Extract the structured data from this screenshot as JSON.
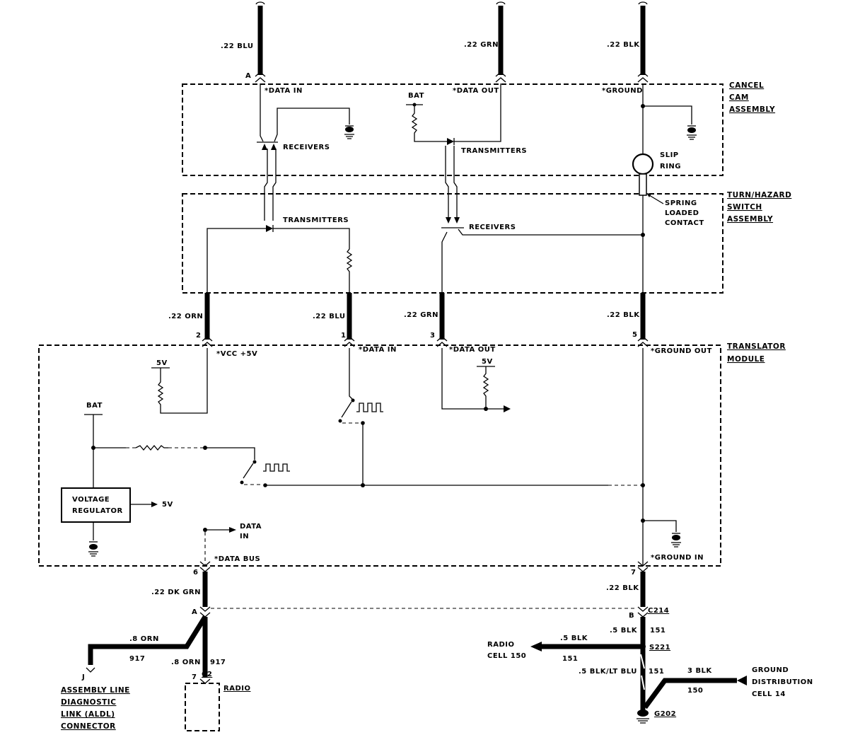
{
  "wires_top": {
    "blu": ".22 BLU",
    "grn": ".22 GRN",
    "blk": ".22 BLK",
    "pin_a": "A"
  },
  "cancel_cam": {
    "title_line1": "CANCEL",
    "title_line2": "CAM",
    "title_line3": "ASSEMBLY",
    "data_in": "*DATA IN",
    "data_out": "*DATA OUT",
    "ground": "*GROUND",
    "bat": "BAT",
    "receivers": "RECEIVERS",
    "transmitters": "TRANSMITTERS",
    "slip_ring_line1": "SLIP",
    "slip_ring_line2": "RING"
  },
  "turn_hazard": {
    "title_line1": "TURN/HAZARD",
    "title_line2": "SWITCH",
    "title_line3": "ASSEMBLY",
    "transmitters": "TRANSMITTERS",
    "receivers": "RECEIVERS",
    "spring_line1": "SPRING",
    "spring_line2": "LOADED",
    "spring_line3": "CONTACT"
  },
  "wires_mid": {
    "orn": ".22 ORN",
    "blu": ".22 BLU",
    "grn": ".22 GRN",
    "blk": ".22 BLK",
    "pin2": "2",
    "pin1": "1",
    "pin3": "3",
    "pin5": "5"
  },
  "translator": {
    "title_line1": "TRANSLATOR",
    "title_line2": "MODULE",
    "vcc": "*VCC  +5V",
    "data_in": "*DATA IN",
    "data_out": "*DATA OUT",
    "ground_out": "*GROUND OUT",
    "five_v_a": "5V",
    "five_v_b": "5V",
    "five_v_reg": "5V",
    "bat": "BAT",
    "vr_line1": "VOLTAGE",
    "vr_line2": "REGULATOR",
    "data_in_line1": "DATA",
    "data_in_line2": "IN",
    "data_bus": "*DATA BUS",
    "ground_in": "*GROUND IN",
    "pin6": "6",
    "pin7": "7"
  },
  "lower": {
    "dk_grn": ".22 DK GRN",
    "blk_22": ".22 BLK",
    "pin_a": "A",
    "pin_b": "B",
    "c214": "C214",
    "orn8": ".8 ORN",
    "c917a": "917",
    "orn8b": ".8 ORN",
    "c917b": "917",
    "pin_j": "J",
    "pin_7": "7",
    "c2": "C2",
    "radio": "RADIO",
    "aldl_line1": "ASSEMBLY LINE",
    "aldl_line2": "DIAGNOSTIC",
    "aldl_line3": "LINK (ALDL)",
    "aldl_line4": "CONNECTOR",
    "blk5": ".5 BLK",
    "c151a": "151",
    "radio_cell_line1": "RADIO",
    "radio_cell_line2": "CELL 150",
    "blk5b": ".5 BLK",
    "c151b": "151",
    "s221": "S221",
    "blk_lt_blu": ".5 BLK/LT BLU",
    "c151c": "151",
    "blk3": "3 BLK",
    "c150": "150",
    "gnd_line1": "GROUND",
    "gnd_line2": "DISTRIBUTION",
    "gnd_line3": "CELL 14",
    "g202": "G202"
  }
}
